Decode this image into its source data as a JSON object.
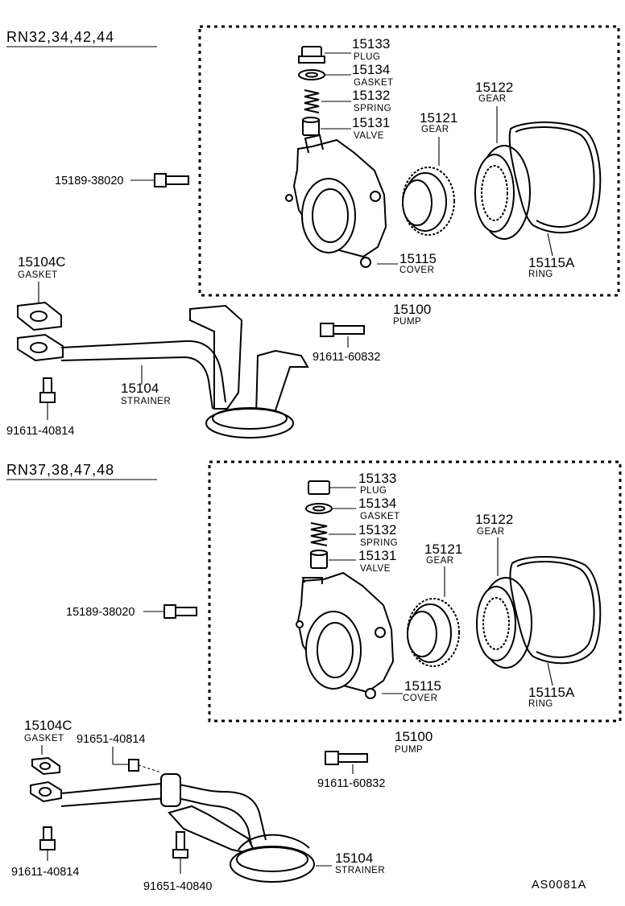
{
  "groups": [
    {
      "header": "RN32,34,42,44",
      "parts": {
        "plug": {
          "num": "15133",
          "name": "PLUG"
        },
        "gasket_small": {
          "num": "15134",
          "name": "GASKET"
        },
        "spring": {
          "num": "15132",
          "name": "SPRING"
        },
        "valve": {
          "num": "15131",
          "name": "VALVE"
        },
        "gear_inner": {
          "num": "15121",
          "name": "GEAR"
        },
        "gear_outer": {
          "num": "15122",
          "name": "GEAR"
        },
        "cover": {
          "num": "15115",
          "name": "COVER"
        },
        "ring": {
          "num": "15115A",
          "name": "RING"
        },
        "pump": {
          "num": "15100",
          "name": "PUMP"
        },
        "gasket_flange": {
          "num": "15104C",
          "name": "GASKET"
        },
        "strainer": {
          "num": "15104",
          "name": "STRAINER"
        },
        "bolt_pump": "15189-38020",
        "bolt_long": "91611-60832",
        "bolt_short": "91611-40814"
      }
    },
    {
      "header": "RN37,38,47,48",
      "parts": {
        "plug": {
          "num": "15133",
          "name": "PLUG"
        },
        "gasket_small": {
          "num": "15134",
          "name": "GASKET"
        },
        "spring": {
          "num": "15132",
          "name": "SPRING"
        },
        "valve": {
          "num": "15131",
          "name": "VALVE"
        },
        "gear_inner": {
          "num": "15121",
          "name": "GEAR"
        },
        "gear_outer": {
          "num": "15122",
          "name": "GEAR"
        },
        "cover": {
          "num": "15115",
          "name": "COVER"
        },
        "ring": {
          "num": "15115A",
          "name": "RING"
        },
        "pump": {
          "num": "15100",
          "name": "PUMP"
        },
        "gasket_flange": {
          "num": "15104C",
          "name": "GASKET"
        },
        "strainer": {
          "num": "15104",
          "name": "STRAINER"
        },
        "bolt_pump": "15189-38020",
        "bolt_long": "91611-60832",
        "bolt_short": "91611-40814",
        "bolt_clamp": "91651-40814",
        "bolt_bracket": "91651-40840"
      }
    }
  ],
  "figure_code": "AS0081A"
}
